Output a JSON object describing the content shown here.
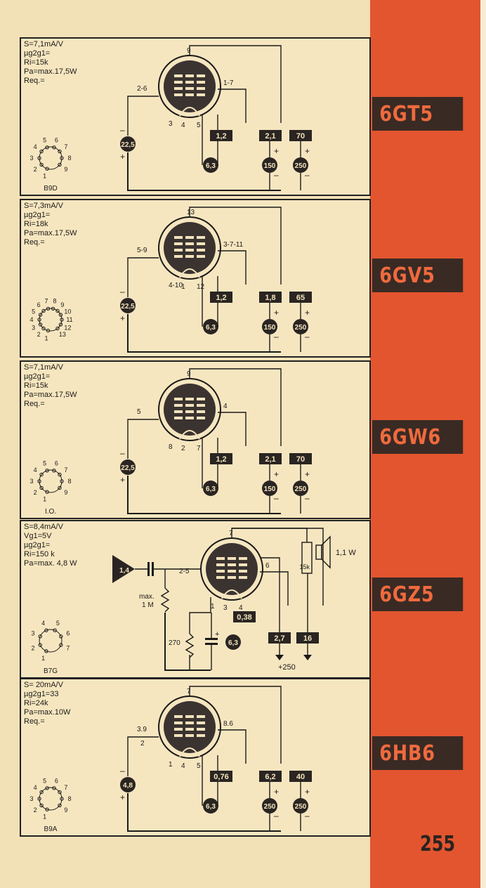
{
  "page_number": "255",
  "colors": {
    "sidebar": "#e2552f",
    "tab_bg": "#3a2a24",
    "tab_text": "#ef6a3e",
    "paper": "#f2e0b6"
  },
  "tubes": [
    {
      "name": "6GT5",
      "specs": [
        "S=7,1mA/V",
        "µg2g1=",
        "Ri=15k",
        "Pa=max.17,5W",
        "Req.="
      ],
      "base": "B9D",
      "socket_pins": [
        "1",
        "2",
        "3",
        "4",
        "5",
        "6",
        "7",
        "8",
        "9"
      ],
      "pins": {
        "top": "9",
        "left": "2-6",
        "right": "1-7",
        "a": "3",
        "b": "4",
        "c": "5"
      },
      "grid_bias": "22,5",
      "heater": "6,3",
      "currents": [
        "1,2",
        "2,1",
        "70"
      ],
      "voltages": [
        "150",
        "250"
      ]
    },
    {
      "name": "6GV5",
      "specs": [
        "S=7,3mA/V",
        "µg2g1=",
        "Ri=18k",
        "Pa=max.17,5W",
        "Req.="
      ],
      "base": "",
      "socket_pins": [
        "1",
        "2",
        "3",
        "4",
        "5",
        "6",
        "7",
        "8",
        "9",
        "10",
        "11",
        "12",
        "13"
      ],
      "pins": {
        "top": "13",
        "left": "5-9",
        "right": "3-7-11",
        "a": "4-10",
        "b": "1",
        "c": "12"
      },
      "grid_bias": "22,5",
      "heater": "6,3",
      "currents": [
        "1,2",
        "1,8",
        "65"
      ],
      "voltages": [
        "150",
        "250"
      ]
    },
    {
      "name": "6GW6",
      "specs": [
        "S=7,1mA/V",
        "µg2g1=",
        "Ri=15k",
        "Pa=max.17,5W",
        "Req.="
      ],
      "base": "I.O.",
      "socket_pins": [
        "1",
        "2",
        "3",
        "4",
        "5",
        "6",
        "7",
        "8",
        "9"
      ],
      "pins": {
        "top": "9",
        "left": "5",
        "right": "4",
        "a": "8",
        "b": "2",
        "c": "7"
      },
      "grid_bias": "22,5",
      "heater": "6,3",
      "currents": [
        "1,2",
        "2,1",
        "70"
      ],
      "voltages": [
        "150",
        "250"
      ]
    },
    {
      "name": "6GZ5",
      "specs": [
        "S=8,4mA/V",
        "Vg1=5V",
        "µg2g1=",
        "Ri=150 k",
        "Pa=max. 4,8 W"
      ],
      "base": "B7G",
      "socket_pins": [
        "1",
        "2",
        "3",
        "4",
        "5",
        "6",
        "7"
      ],
      "pins": {
        "top": "7",
        "left": "2-5",
        "right": "6",
        "a": "1",
        "b": "3",
        "c": "4"
      },
      "input": "1,4",
      "grid_leak": "max.\n1 M",
      "grid_leak_lines": [
        "max.",
        "1 M"
      ],
      "cathode_r": "270",
      "output_r": "15k",
      "speaker_power": "1,1 W",
      "heater": "6,3",
      "currents": [
        "0,38",
        "2,7",
        "16"
      ],
      "supply": "+250"
    },
    {
      "name": "6HB6",
      "specs": [
        "S= 20mA/V",
        "µg2g1=33",
        "Ri=24k",
        "Pa=max.10W",
        "Req.="
      ],
      "base": "B9A",
      "socket_pins": [
        "1",
        "2",
        "3",
        "4",
        "5",
        "6",
        "7",
        "8",
        "9"
      ],
      "pins": {
        "top": "7",
        "left": "3.9",
        "left2": "2",
        "right": "8.6",
        "a": "1",
        "b": "4",
        "c": "5"
      },
      "grid_bias": "4,8",
      "heater": "6,3",
      "currents": [
        "0,76",
        "6,2",
        "40"
      ],
      "voltages": [
        "250",
        "250"
      ]
    }
  ]
}
